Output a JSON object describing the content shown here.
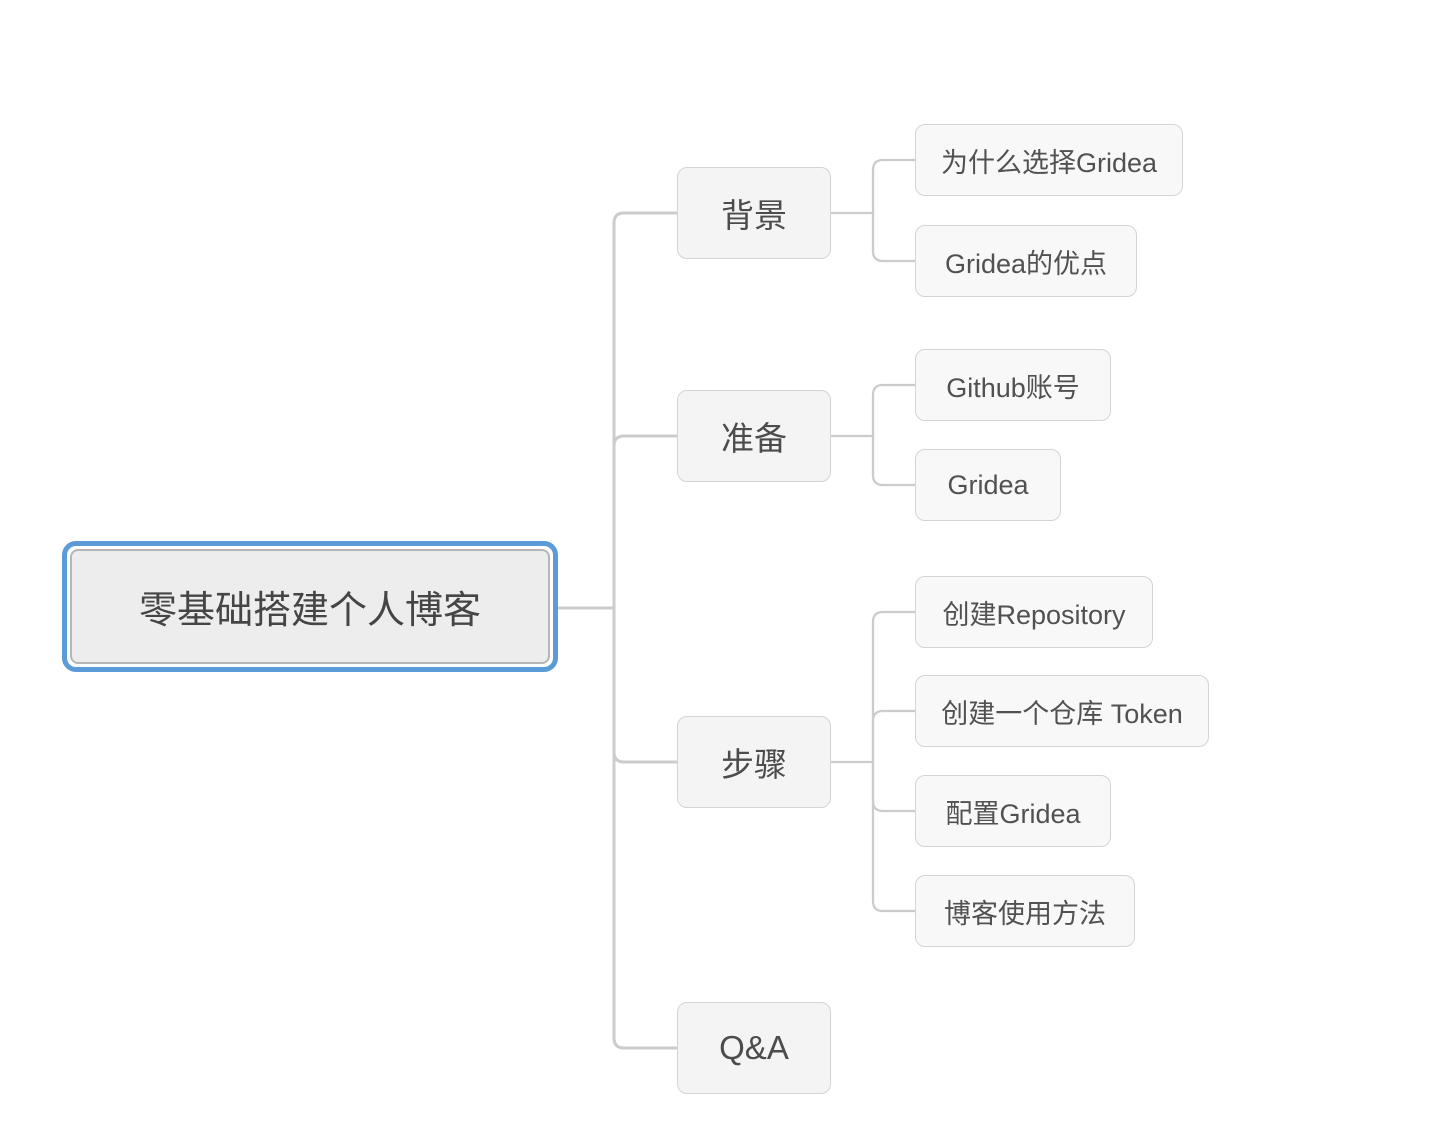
{
  "mindmap": {
    "root": {
      "label": "零基础搭建个人博客",
      "selected": true
    },
    "branches": [
      {
        "label": "背景",
        "children": [
          {
            "label": "为什么选择Gridea"
          },
          {
            "label": "Gridea的优点"
          }
        ]
      },
      {
        "label": "准备",
        "children": [
          {
            "label": "Github账号"
          },
          {
            "label": "Gridea"
          }
        ]
      },
      {
        "label": "步骤",
        "children": [
          {
            "label": "创建Repository"
          },
          {
            "label": "创建一个仓库 Token"
          },
          {
            "label": "配置Gridea"
          },
          {
            "label": "博客使用方法"
          }
        ]
      },
      {
        "label": "Q&A",
        "children": []
      }
    ]
  },
  "colors": {
    "selection": "#5b9bd8",
    "node-fill": "#f4f4f4",
    "subnode-fill": "#f8f8f8",
    "node-border": "#d4d4d4",
    "root-fill": "#ededed",
    "root-border": "#b5b5b5",
    "line": "#ccccce",
    "text": "#4a4a4a"
  }
}
